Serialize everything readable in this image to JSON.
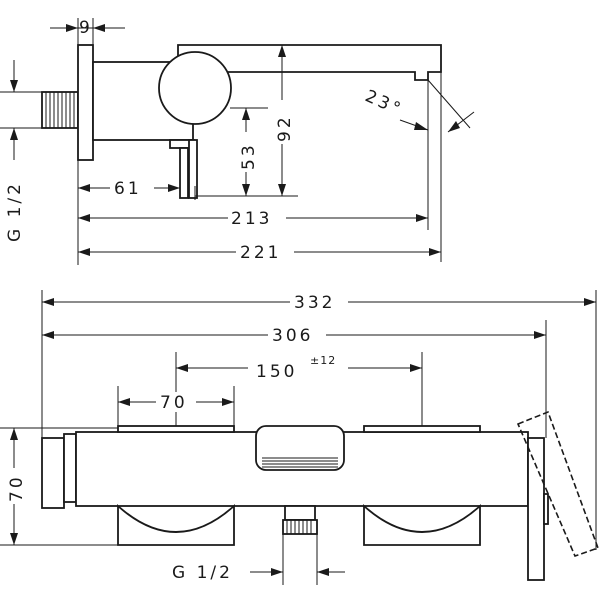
{
  "dimensions": {
    "top_9": "9",
    "top_23deg": "23°",
    "top_92": "92",
    "top_53": "53",
    "top_61": "61",
    "top_213": "213",
    "top_221": "221",
    "top_g12": "G 1/2",
    "bot_332": "332",
    "bot_306": "306",
    "bot_150": "150",
    "bot_150_tol": "±12",
    "bot_70_h": "70",
    "bot_70_v": "70",
    "bot_g12": "G 1/2"
  }
}
